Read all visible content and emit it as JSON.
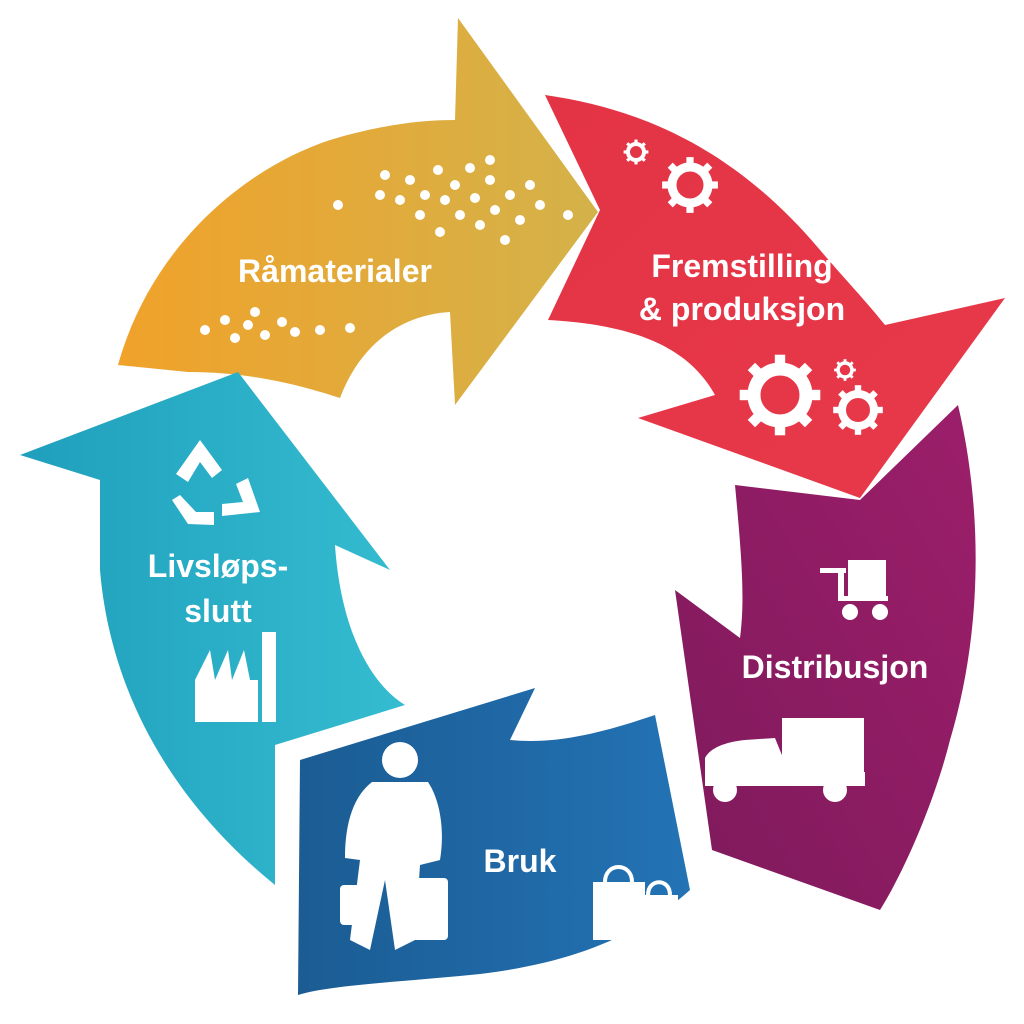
{
  "diagram": {
    "stages": [
      {
        "id": "ramaterialer",
        "label_lines": [
          "Råmaterialer"
        ],
        "color_start": "#f0a22a",
        "color_end": "#d4b24a",
        "icon": "particles-icon"
      },
      {
        "id": "fremstilling",
        "label_lines": [
          "Fremstilling",
          "& produksjon"
        ],
        "color_start": "#e33446",
        "color_end": "#e8394a",
        "icon": "gears-icon"
      },
      {
        "id": "distribusjon",
        "label_lines": [
          "Distribusjon"
        ],
        "color_start": "#9c1e6a",
        "color_end": "#7e1a5c",
        "icon": "cart-truck-icon"
      },
      {
        "id": "bruk",
        "label_lines": [
          "Bruk"
        ],
        "color_start": "#1b5c93",
        "color_end": "#2373b5",
        "icon": "shopper-bags-icon"
      },
      {
        "id": "livslopsslutt",
        "label_lines": [
          "Livsløps-",
          "slutt"
        ],
        "color_start": "#1f9fbc",
        "color_end": "#35bcd0",
        "icon": "recycle-factory-icon"
      }
    ]
  }
}
